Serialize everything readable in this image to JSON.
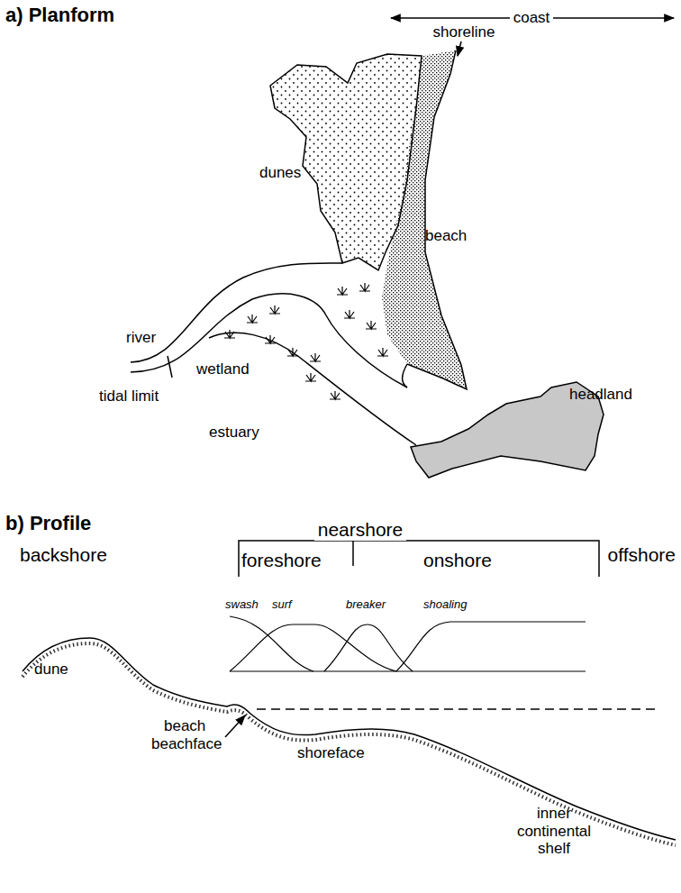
{
  "diagram": {
    "labels": [
      "a) Planform",
      "coast",
      "shoreline",
      "dunes",
      "beach",
      "river",
      "wetland",
      "tidal limit",
      "estuary",
      "headland",
      "b) Profile",
      "backshore",
      "nearshore",
      "foreshore",
      "onshore",
      "offshore",
      "swash",
      "surf",
      "breaker",
      "shoaling",
      "dune",
      "beach",
      "beachface",
      "shoreface",
      "inner continental shelf"
    ]
  }
}
